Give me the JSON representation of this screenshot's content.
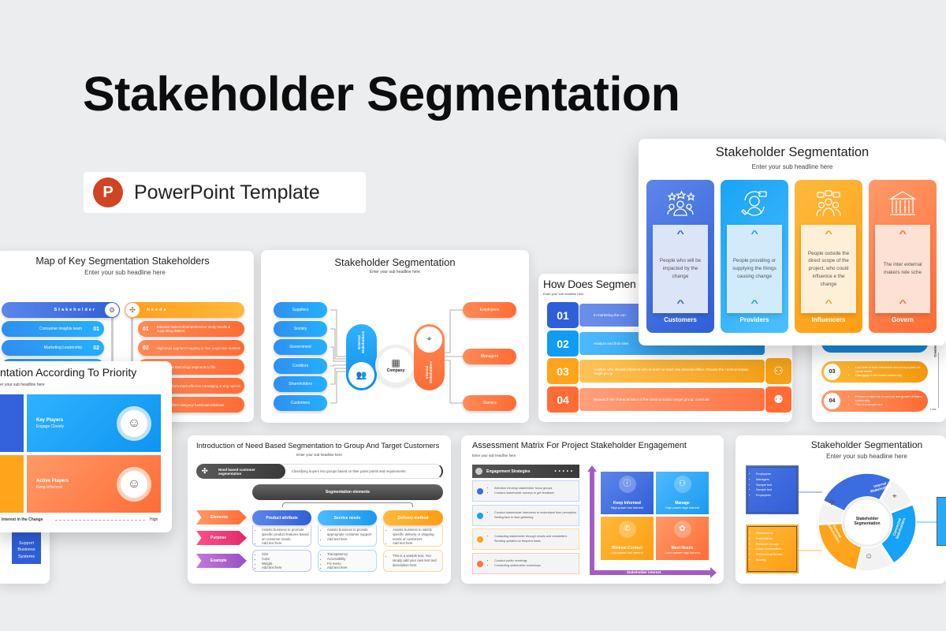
{
  "hero": {
    "title": "Stakeholder Segmentation",
    "badge_label": "PowerPoint Template",
    "badge_icon": "powerpoint-icon",
    "badge_letter": "P"
  },
  "colors": {
    "background": "#ecedef",
    "blue": "#3b6de0",
    "sky": "#16a2f5",
    "orange": "#ffa41b",
    "coral": "#ff7443",
    "purple": "#a45cc4",
    "powerpoint": "#d04423"
  },
  "slide_cards": {
    "title": "Stakeholder Segmentation",
    "subtitle": "Enter your sub headline here",
    "cards": [
      {
        "label": "Customers",
        "text": "People who will be impacted by the change",
        "icon": "customers-rating-icon"
      },
      {
        "label": "Providers",
        "text": "People providing or supplying the things causing change",
        "icon": "support-agent-icon"
      },
      {
        "label": "Influencers",
        "text": "People outside the direct scope of the project, who could influence e the change",
        "icon": "influencers-icon"
      },
      {
        "label": "Govern",
        "text": "The inter external makers rele sche",
        "icon": "government-building-icon"
      }
    ]
  },
  "slide_map": {
    "title": "Map of Key Segmentation Stakeholders",
    "subtitle": "Enter your sub headline here",
    "stakeholder_header": "Stakeholder",
    "needs_header": "Needs",
    "stakeholders": [
      {
        "num": "01",
        "label": "Consumer insights team"
      },
      {
        "num": "02",
        "label": "Marketing Leadership"
      }
    ],
    "needs": [
      {
        "num": "01",
        "text": "External StakeholComprehensive study results & supporting dealers"
      },
      {
        "num": "02",
        "text": "High-level segment-mapping in their respective markets"
      },
      {
        "text": "ion that brings segments to life"
      },
      {
        "text": "inform more effective messaging & sing options"
      },
      {
        "text": "inform category/ functional initiatives"
      }
    ]
  },
  "slide_priority": {
    "title": "ntation According To Priority",
    "subtitle": "er your sub headline here",
    "cells": [
      {
        "title": "Key Players",
        "sub": "Engage Closely"
      },
      {
        "title": "Active Players",
        "sub": "Keep Informed"
      }
    ],
    "axis_label": "Interest in the Change",
    "axis_high": "High"
  },
  "slide_fragment": {
    "box_text": "Support Business Systems"
  },
  "slide_hub": {
    "title": "Stakeholder Segmentation",
    "subtitle": "Enter your sub headline here",
    "external": [
      "Suppliers",
      "Society",
      "Government",
      "Creditors",
      "Shareholders",
      "Customers"
    ],
    "internal": [
      "Employees",
      "Managers",
      "Owners"
    ],
    "external_label": "External Stakeholders",
    "internal_label": "Internal Stakeholders",
    "center_label": "Company"
  },
  "slide_how": {
    "title": "How Does Segmen",
    "subtitle": "Enter your sub headline here",
    "steps": [
      {
        "num": "01",
        "text": "In marketing the con"
      },
      {
        "num": "02",
        "text": "Analyze and find roles"
      },
      {
        "num": "03",
        "text": "Analyze who should influence who in order to reach the planned effect. Choose the communication target group"
      },
      {
        "num": "04",
        "text": "Research the characteristics of the communication target group, conclude"
      }
    ]
  },
  "slide_levels": {
    "levels": [
      {
        "num": "03",
        "bullets": [
          "Low level of both interaction and consumption on social media",
          "Disengage in the brand community"
        ]
      },
      {
        "num": "04",
        "bullets": [
          "Perform a vital role in survival and growth of brand community",
          "This is a sample text"
        ]
      }
    ],
    "axis_low": "Low",
    "axis_label": "Creation"
  },
  "slide_need": {
    "title": "Introduction of Need Based Segmentation to Group And Target Customers",
    "subtitle": "Enter your sub headline here",
    "intro_label": "Need based customer segmentation",
    "intro_text": "Classifying buyers into groups based on their pains points and requirements",
    "elements_bar": "Segmentation elements",
    "row_labels": [
      "Elements",
      "Purpose",
      "Example"
    ],
    "columns": [
      {
        "header": "Product attribute",
        "purpose": [
          "Assists business to promote specific product features based on customer needs",
          "Add text here"
        ],
        "example": [
          "Size",
          "Color",
          "Weight",
          "Add text here"
        ]
      },
      {
        "header": "Service needs",
        "purpose": [
          "Assists business to provide appropriate customer support",
          "Add text here"
        ],
        "example": [
          "Transparency",
          "Accessibility",
          "Fix menu",
          "Add text here"
        ]
      },
      {
        "header": "Delivery method",
        "purpose": [
          "Assists business to satisfy specific delivery or shipping needs of customers",
          "Add text here"
        ],
        "example": [
          "This is a sample text. You simply add your own text and description here"
        ]
      }
    ]
  },
  "slide_matrix": {
    "title": "Assessment Matrix For Project Stakeholder Engagement",
    "subtitle": "Enter your sub headline here",
    "strategies_header": "Engagement Strategies",
    "strategies": [
      {
        "color": "#3b6de0",
        "bullets": [
          "Attention Develop stakeholder focus groups",
          "Conduct stakeholder surveys to get feedback"
        ]
      },
      {
        "color": "#16a2f5",
        "bullets": [
          "Conduct stakeholder interviews to understand their perception Setting face to face gathering"
        ]
      },
      {
        "color": "#ffa41b",
        "bullets": [
          "Contacting stakeholder through emails and newsletters Sending updates on frequent basis"
        ]
      },
      {
        "color": "#ff7443",
        "bullets": [
          "Conduct public meetings",
          "Conducting stakeholder workshops"
        ]
      }
    ],
    "quadrants": [
      {
        "title": "Keep Informed",
        "sub": "High power low interest"
      },
      {
        "title": "Manage",
        "sub": "High power high interest"
      },
      {
        "title": "Minimal Contact",
        "sub": "Low power low interest"
      },
      {
        "title": "Meet Needs",
        "sub": "Lower power high interest"
      }
    ],
    "x_axis": "Stakeholder interest"
  },
  "slide_wheel": {
    "title": "Stakeholder Segmentation",
    "subtitle": "Enter your sub headline here",
    "internal_list": [
      "Employees",
      "Managers",
      "Sample text",
      "Sample text",
      "Employees"
    ],
    "external_list": [
      "Government",
      "Press/Media",
      "Pressure Groups",
      "Local Communities",
      "Professional Bodies",
      "Society"
    ],
    "segments": [
      "Internal Stakeholders",
      "Connected Stakeholders",
      "External Stakeholders"
    ],
    "center": "Stakeholder Segmentation"
  }
}
